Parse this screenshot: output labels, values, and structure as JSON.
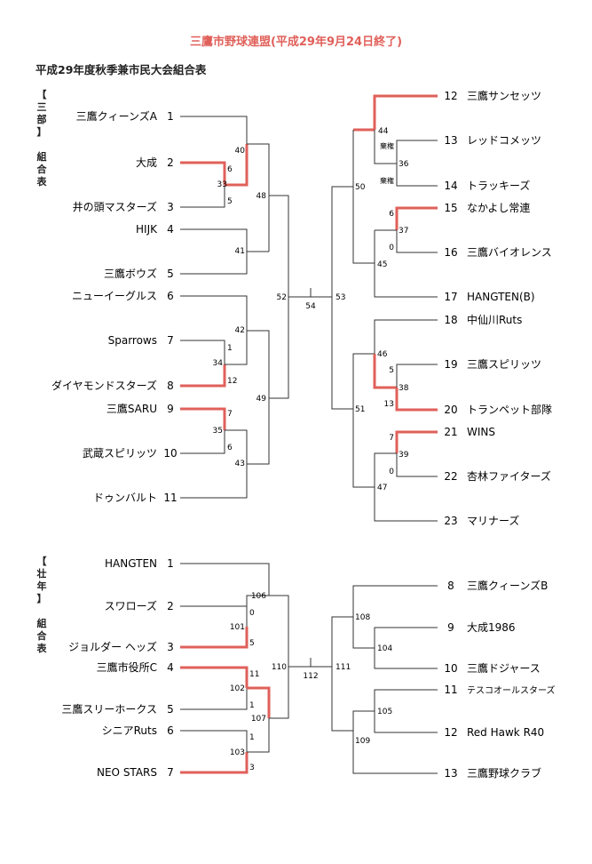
{
  "header": {
    "title": "三鷹市野球連盟(平成29年9月24日終了)"
  },
  "subtitle": "平成29年度秋季兼市民大会組合表",
  "section1": {
    "label": [
      "【",
      "三",
      "部",
      "】",
      "",
      "組",
      "合",
      "表"
    ],
    "left_teams": [
      {
        "name": "三鷹クィーンズA",
        "no": "1"
      },
      {
        "name": "大成",
        "no": "2"
      },
      {
        "name": "井の頭マスターズ",
        "no": "3"
      },
      {
        "name": "HIJK",
        "no": "4"
      },
      {
        "name": "三鷹ボウズ",
        "no": "5"
      },
      {
        "name": "ニューイーグルス",
        "no": "6"
      },
      {
        "name": "Sparrows",
        "no": "7"
      },
      {
        "name": "ダイヤモンドスターズ",
        "no": "8"
      },
      {
        "name": "三鷹SARU",
        "no": "9"
      },
      {
        "name": "武蔵スピリッツ",
        "no": "10"
      },
      {
        "name": "ドゥンバルト",
        "no": "11"
      }
    ],
    "right_teams": [
      {
        "no": "12",
        "name": "三鷹サンセッツ"
      },
      {
        "no": "13",
        "name": "レッドコメッツ"
      },
      {
        "no": "14",
        "name": "トラッキーズ"
      },
      {
        "no": "15",
        "name": "なかよし常連"
      },
      {
        "no": "16",
        "name": "三鷹バイオレンス"
      },
      {
        "no": "17",
        "name": "HANGTEN(B)"
      },
      {
        "no": "18",
        "name": "中仙川Ruts"
      },
      {
        "no": "19",
        "name": "三鷹スピリッツ"
      },
      {
        "no": "20",
        "name": "トランペット部隊"
      },
      {
        "no": "21",
        "name": "WINS"
      },
      {
        "no": "22",
        "name": "杏林ファイターズ"
      },
      {
        "no": "23",
        "name": "マリナーズ"
      }
    ],
    "games": {
      "g33": "33",
      "g40": "40",
      "g41": "41",
      "g48": "48",
      "g34": "34",
      "g42": "42",
      "g35": "35",
      "g43": "43",
      "g49": "49",
      "g52": "52",
      "g54": "54",
      "g53": "53",
      "g50": "50",
      "g51": "51",
      "g44": "44",
      "g36": "36",
      "g37": "37",
      "g45": "45",
      "g46": "46",
      "g38": "38",
      "g39": "39",
      "g47": "47"
    },
    "scores": {
      "s33a": "6",
      "s33b": "5",
      "s34a": "1",
      "s34b": "12",
      "s35a": "7",
      "s35b": "6",
      "s37a": "6",
      "s37b": "0",
      "s38a": "5",
      "s38b": "13",
      "s39a": "7",
      "s39b": "0",
      "forfeit1": "棄権",
      "forfeit2": "棄権"
    }
  },
  "section2": {
    "label": [
      "【",
      "壮",
      "年",
      "】",
      "",
      "組",
      "合",
      "表"
    ],
    "left_teams": [
      {
        "name": "HANGTEN",
        "no": "1"
      },
      {
        "name": "スワローズ",
        "no": "2"
      },
      {
        "name": "ジョルダー ヘッズ",
        "no": "3"
      },
      {
        "name": "三鷹市役所C",
        "no": "4"
      },
      {
        "name": "三鷹スリーホークス",
        "no": "5"
      },
      {
        "name": "シニアRuts",
        "no": "6"
      },
      {
        "name": "NEO STARS",
        "no": "7"
      }
    ],
    "right_teams": [
      {
        "no": "8",
        "name": "三鷹クィーンズB"
      },
      {
        "no": "9",
        "name": "大成1986"
      },
      {
        "no": "10",
        "name": "三鷹ドジャース"
      },
      {
        "no": "11",
        "name": "テスコオールスターズ"
      },
      {
        "no": "12",
        "name": "Red Hawk R40"
      },
      {
        "no": "13",
        "name": "三鷹野球クラブ"
      }
    ],
    "games": {
      "g101": "101",
      "g106": "106",
      "g102": "102",
      "g103": "103",
      "g107": "107",
      "g110": "110",
      "g112": "112",
      "g111": "111",
      "g108": "108",
      "g104": "104",
      "g105": "105",
      "g109": "109"
    },
    "scores": {
      "s101a": "0",
      "s101b": "5",
      "s102a": "11",
      "s102b": "1",
      "s103a": "1",
      "s103b": "3"
    }
  },
  "colors": {
    "winner_line": "#e0605a",
    "line": "#333333"
  }
}
